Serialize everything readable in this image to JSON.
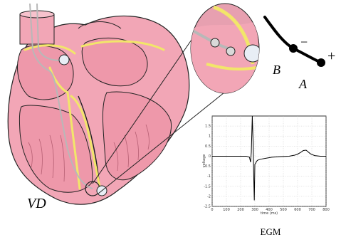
{
  "labels": {
    "ventricle": "VD",
    "electrode_a": "A",
    "electrode_b": "B",
    "polarity_minus": "−",
    "polarity_plus": "+",
    "egm_caption": "EGM"
  },
  "icons": [
    "heart-illustration",
    "lead-tip-magnifier",
    "electrode-pair-schematic"
  ],
  "colors": {
    "tissue": "#f2a6b6",
    "tissue_dark": "#c9788a",
    "outline": "#222222",
    "lead_yellow": "#f2e66a",
    "lead_grey": "#b8b8b8"
  },
  "chart_data": {
    "type": "line",
    "title": "",
    "xlabel": "time (ms)",
    "ylabel": "voltage",
    "xlim": [
      0,
      800
    ],
    "ylim": [
      -2.5,
      2
    ],
    "grid": true,
    "x_ticks": [
      "0",
      "100",
      "200",
      "300",
      "400",
      "500",
      "600",
      "700",
      "800"
    ],
    "y_ticks": [
      "1.5",
      "1",
      "0.5",
      "0",
      "-0.5",
      "-1",
      "-1.5",
      "-2",
      "-2.5"
    ],
    "series": [
      {
        "x": [
          0,
          50,
          100,
          150,
          200,
          240,
          262,
          270,
          275,
          282,
          288,
          292,
          296,
          300,
          306,
          312,
          320,
          340,
          380,
          420,
          480,
          540,
          580,
          600,
          620,
          640,
          660,
          690,
          720,
          760,
          800
        ],
        "values": [
          0,
          0,
          0,
          0,
          0,
          0,
          -0.05,
          -0.3,
          0.2,
          2.0,
          0.6,
          -1.0,
          -2.2,
          -0.4,
          -0.35,
          -0.25,
          -0.2,
          -0.15,
          -0.1,
          -0.05,
          -0.02,
          0.0,
          0.05,
          0.1,
          0.18,
          0.28,
          0.3,
          0.12,
          0.03,
          0.0,
          0.0
        ]
      }
    ]
  }
}
